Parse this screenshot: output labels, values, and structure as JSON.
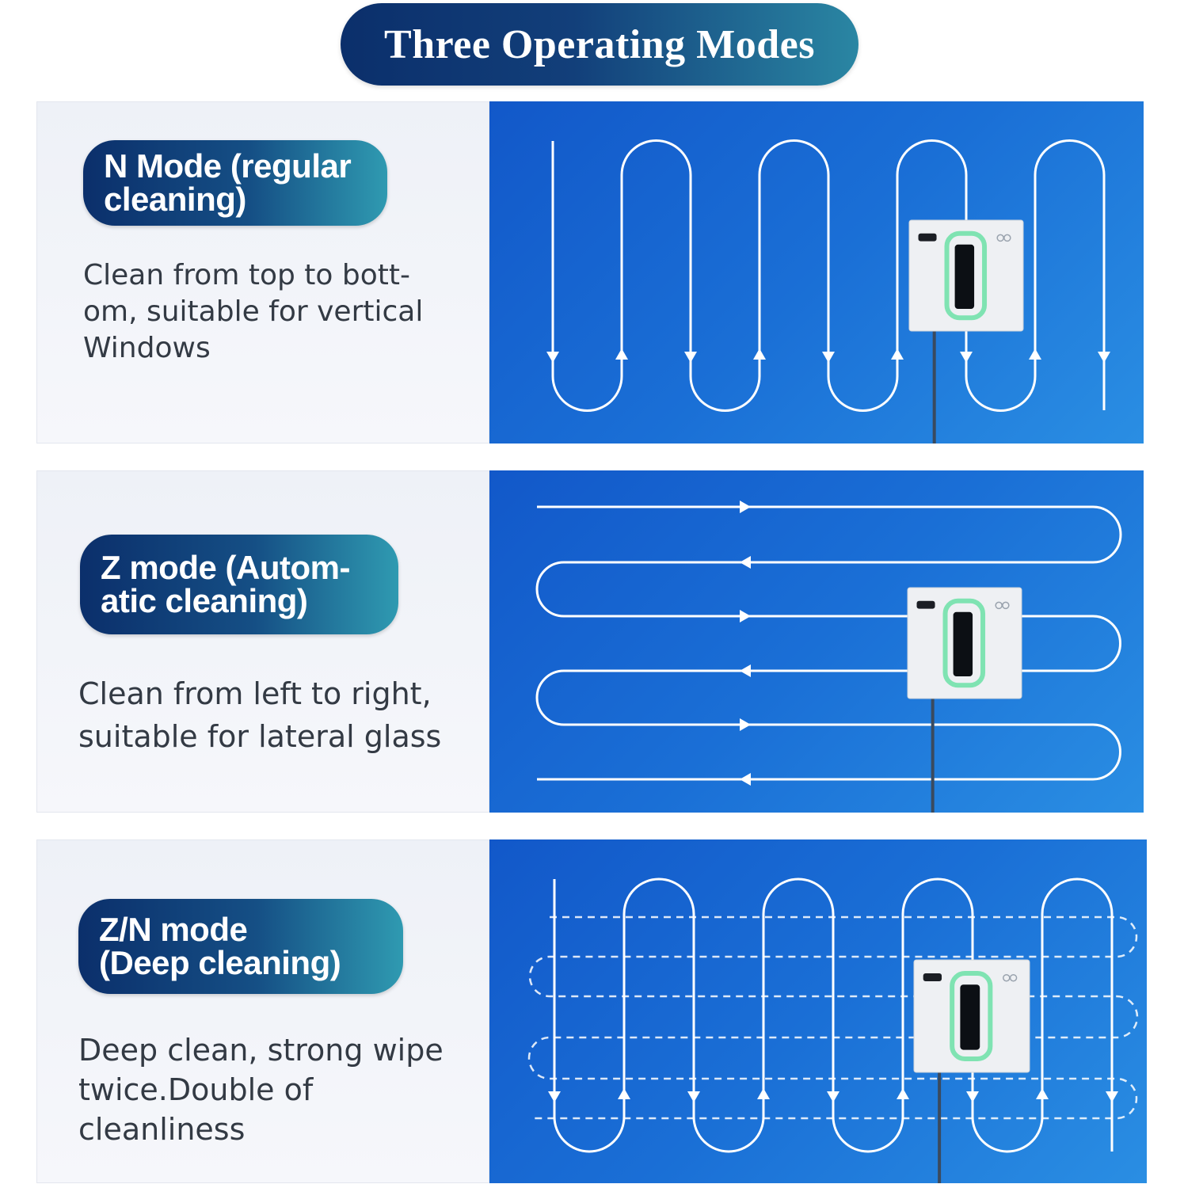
{
  "title": "Three Operating Modes",
  "modes": [
    {
      "id": "n",
      "label_lines": [
        "N Mode (regular",
        "cleaning)"
      ],
      "description_lines": [
        "Clean from top to bott-",
        "om, suitable for vertical",
        "Windows"
      ]
    },
    {
      "id": "z",
      "label_lines": [
        "Z mode (Autom-",
        "atic cleaning)"
      ],
      "description_lines": [
        "Clean from left to right,",
        "suitable for lateral glass"
      ]
    },
    {
      "id": "zn",
      "label_lines": [
        "Z/N mode",
        "(Deep cleaning)"
      ],
      "description_lines": [
        "Deep clean, strong wipe",
        "twice.Double of",
        "cleanliness"
      ]
    }
  ],
  "colors": {
    "pill_dark": "#0b2f6b",
    "pill_light": "#2f9ab1",
    "panel_blue": "#1a6fd6",
    "path_white": "#ffffff",
    "robot_glow": "#7fe3b2"
  },
  "icons": {
    "robot": "window-cleaning-robot-icon",
    "arrow": "path-arrow-icon"
  }
}
